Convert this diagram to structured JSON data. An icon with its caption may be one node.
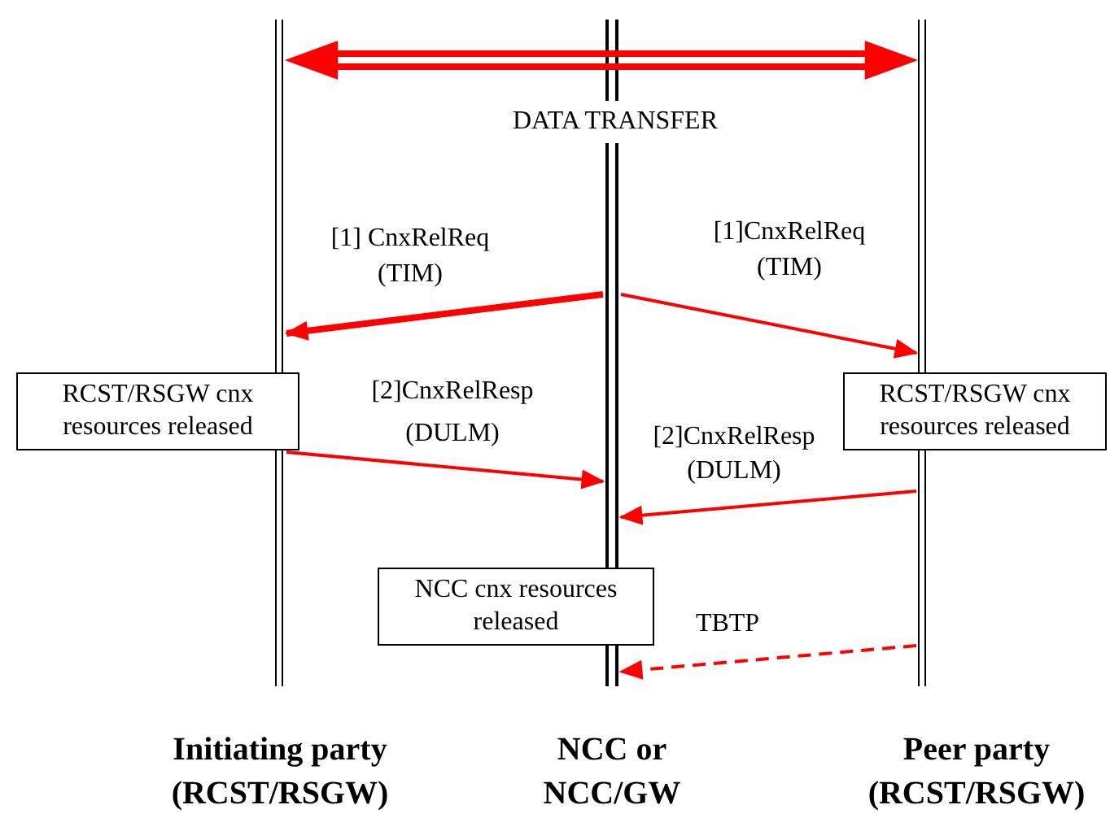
{
  "diagram": {
    "nodes": [
      {
        "text": [],
        "shape": "bar"
      },
      {
        "text": [],
        "shape": "bar"
      },
      {
        "text": [],
        "shape": "bar"
      },
      {
        "text": [
          "RCST/RSGW cnx resources released"
        ]
      },
      {
        "text": [
          "RCST/RSGW cnx resources released"
        ]
      },
      {
        "text": [
          "NCC cnx resources released"
        ]
      }
    ],
    "edges": [
      {
        "from": 0,
        "to": 2,
        "arrow": "both",
        "label": "DATA TRANSFER",
        "style": "thick"
      },
      {
        "from": 1,
        "to": 0,
        "arrow": "to",
        "label": "[1] CnxRelReq (TIM)",
        "style": "thick"
      },
      {
        "from": 1,
        "to": 2,
        "arrow": "to",
        "label": "[1]CnxRelReq (TIM)"
      },
      {
        "from": 0,
        "to": 1,
        "arrow": "to",
        "label": "[2]CnxRelResp (DULM)"
      },
      {
        "from": 2,
        "to": 1,
        "arrow": "to",
        "label": "[2]CnxRelResp (DULM)"
      },
      {
        "from": 2,
        "to": 1,
        "arrow": "to",
        "label": "TBTP",
        "style": "dashed"
      }
    ],
    "labels": [
      "Initiating party (RCST/RSGW)",
      "NCC or NCC/GW",
      "Peer party (RCST/RSGW)"
    ]
  }
}
